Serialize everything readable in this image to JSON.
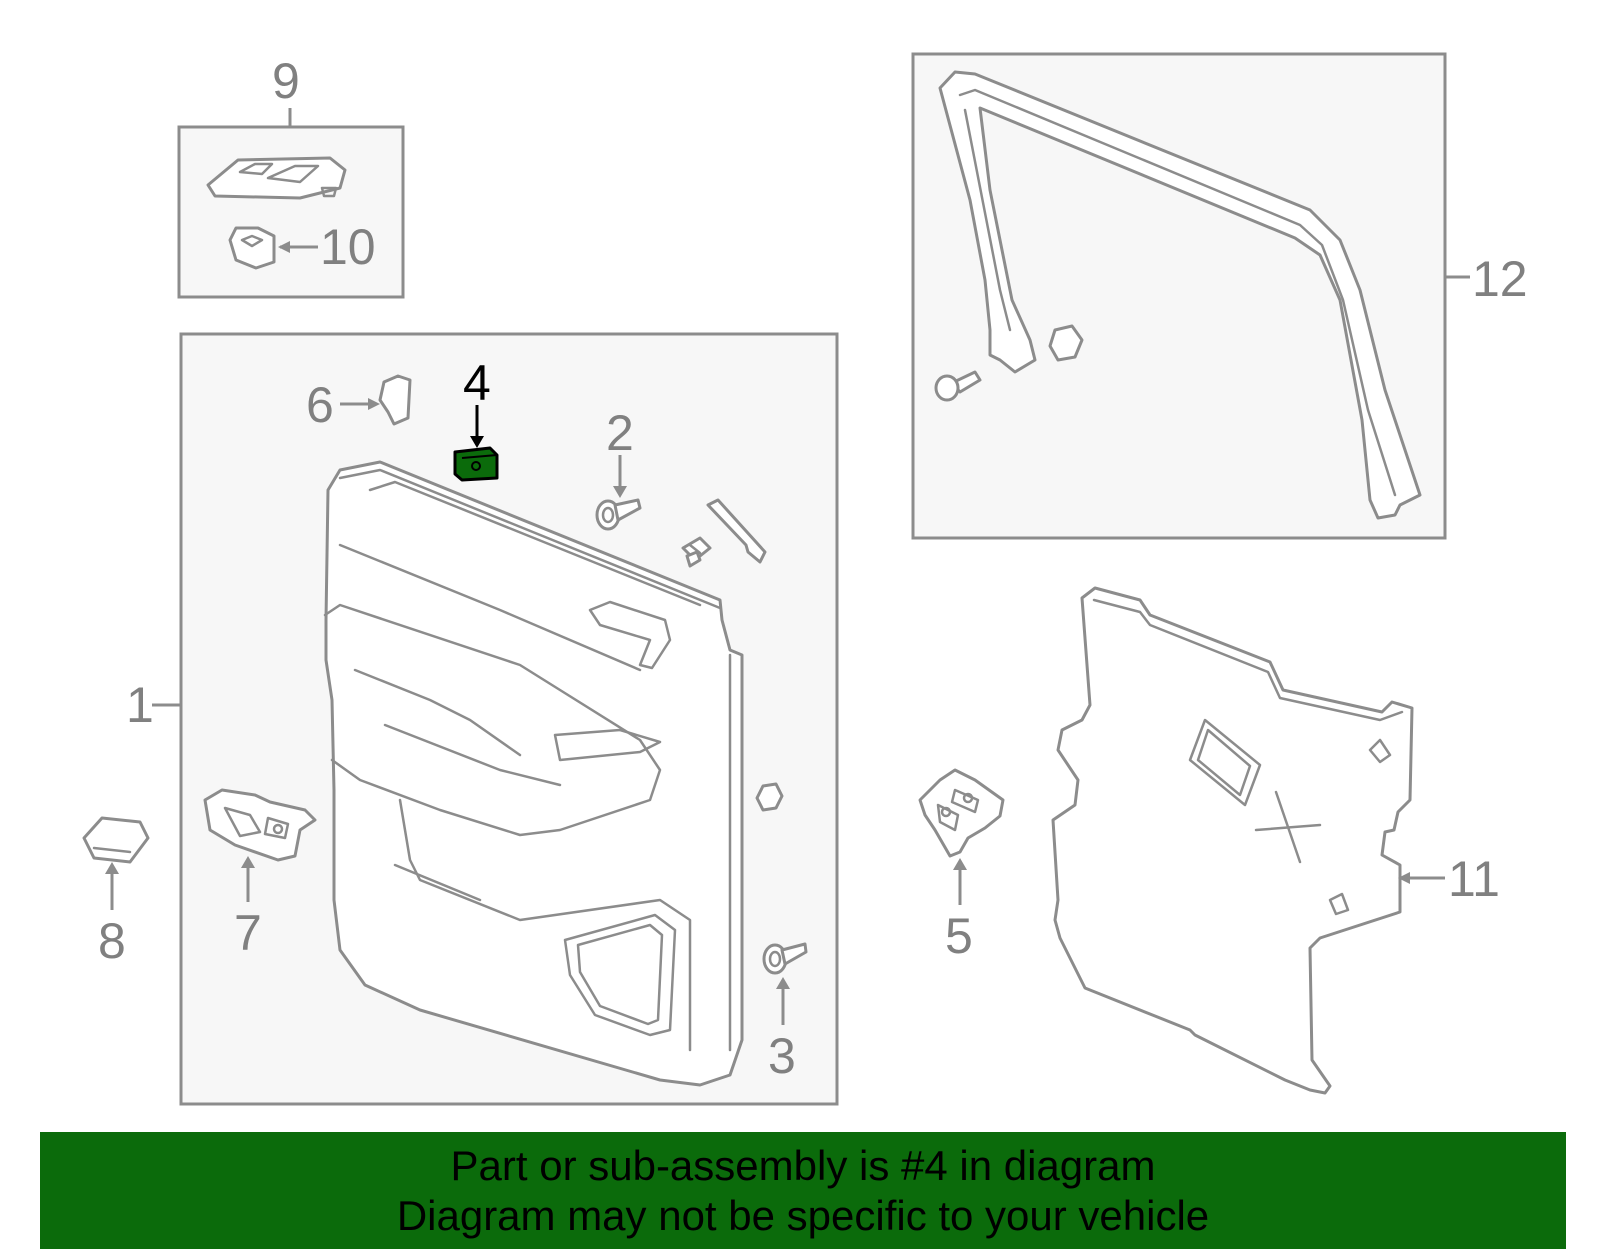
{
  "callouts": {
    "c1": "1",
    "c2": "2",
    "c3": "3",
    "c4": "4",
    "c5": "5",
    "c6": "6",
    "c7": "7",
    "c8": "8",
    "c9": "9",
    "c10": "10",
    "c11": "11",
    "c12": "12"
  },
  "highlight": {
    "part_number": "4",
    "color": "#0b6b0b"
  },
  "banner": {
    "line1": "Part or sub-assembly is #4 in diagram",
    "line2": "Diagram may not be specific to your vehicle"
  },
  "colors": {
    "linework": "#8c8c8c",
    "frame_fill": "#f7f7f7",
    "banner_bg": "#0b6b0b"
  }
}
